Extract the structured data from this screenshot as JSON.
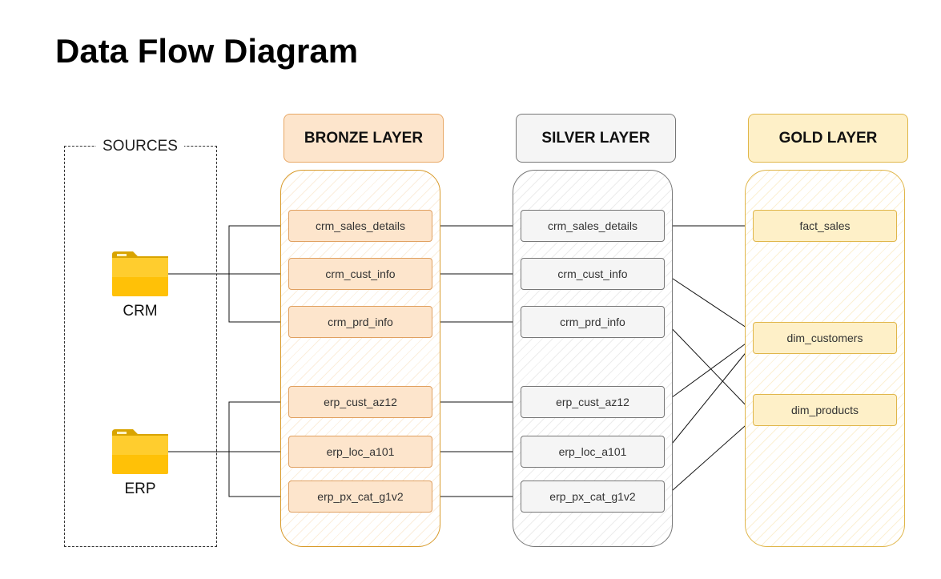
{
  "title": "Data Flow Diagram",
  "sources": {
    "label": "SOURCES",
    "crm": {
      "label": "CRM",
      "icon": "folder-icon"
    },
    "erp": {
      "label": "ERP",
      "icon": "folder-icon"
    }
  },
  "layers": {
    "bronze": {
      "label": "BRONZE LAYER",
      "tables": [
        "crm_sales_details",
        "crm_cust_info",
        "crm_prd_info",
        "erp_cust_az12",
        "erp_loc_a101",
        "erp_px_cat_g1v2"
      ]
    },
    "silver": {
      "label": "SILVER LAYER",
      "tables": [
        "crm_sales_details",
        "crm_cust_info",
        "crm_prd_info",
        "erp_cust_az12",
        "erp_loc_a101",
        "erp_px_cat_g1v2"
      ]
    },
    "gold": {
      "label": "GOLD LAYER",
      "tables": [
        "fact_sales",
        "dim_customers",
        "dim_products"
      ]
    }
  },
  "colors": {
    "bronze_fill": "#fde5cc",
    "silver_fill": "#f5f5f5",
    "gold_fill": "#fef0c8",
    "folder": "#ffc107"
  }
}
